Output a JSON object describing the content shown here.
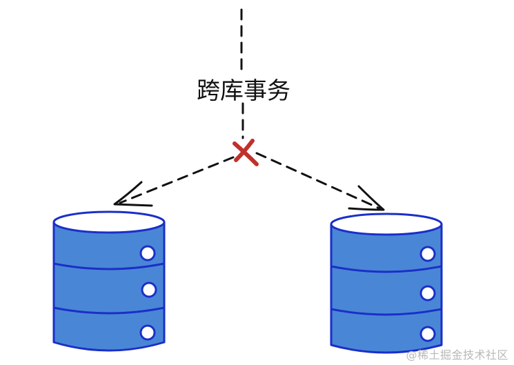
{
  "diagram": {
    "label": "跨库事务",
    "failure_marker": "x-mark",
    "databases": [
      {
        "name": "database-left"
      },
      {
        "name": "database-right"
      }
    ]
  },
  "watermark": "@稀土掘金技术社区",
  "colors": {
    "db_fill": "#4a86d6",
    "db_stroke": "#1a2fc8",
    "failure_mark": "#c0312b",
    "line": "#111111"
  }
}
